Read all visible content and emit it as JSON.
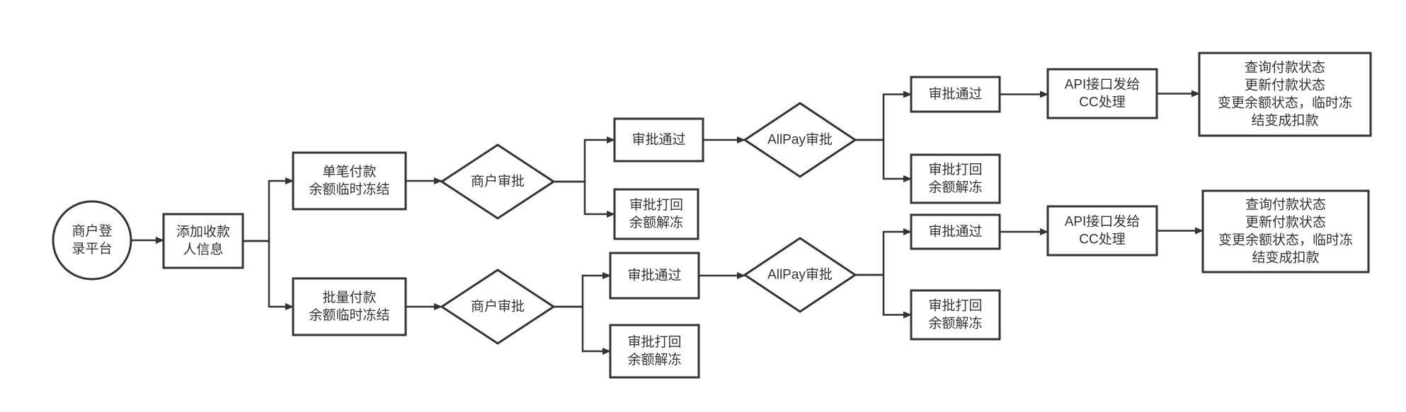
{
  "colors": {
    "stroke": "#333333",
    "background": "#ffffff",
    "text": "#333333"
  },
  "nodes": {
    "login": {
      "lines": [
        "商户登",
        "录平台"
      ]
    },
    "add_payee": {
      "lines": [
        "添加收款",
        "人信息"
      ]
    },
    "single_pay": {
      "lines": [
        "单笔付款",
        "余额临时冻结"
      ]
    },
    "batch_pay": {
      "lines": [
        "批量付款",
        "余额临时冻结"
      ]
    },
    "merchant_approve_top": {
      "lines": [
        "商户审批"
      ]
    },
    "merchant_approve_bottom": {
      "lines": [
        "商户审批"
      ]
    },
    "m_pass_top": {
      "lines": [
        "审批通过"
      ]
    },
    "m_reject_top": {
      "lines": [
        "审批打回",
        "余额解冻"
      ]
    },
    "m_pass_bottom": {
      "lines": [
        "审批通过"
      ]
    },
    "m_reject_bottom": {
      "lines": [
        "审批打回",
        "余额解冻"
      ]
    },
    "allpay_top": {
      "lines": [
        "AllPay审批"
      ]
    },
    "allpay_bottom": {
      "lines": [
        "AllPay审批"
      ]
    },
    "a_pass_top": {
      "lines": [
        "审批通过"
      ]
    },
    "a_reject_top": {
      "lines": [
        "审批打回",
        "余额解冻"
      ]
    },
    "a_pass_bottom": {
      "lines": [
        "审批通过"
      ]
    },
    "a_reject_bottom": {
      "lines": [
        "审批打回",
        "余额解冻"
      ]
    },
    "api_top": {
      "lines": [
        "API接口发给",
        "CC处理"
      ]
    },
    "api_bottom": {
      "lines": [
        "API接口发给",
        "CC处理"
      ]
    },
    "status_top": {
      "lines": [
        "查询付款状态",
        "更新付款状态",
        "变更余额状态，临时冻",
        "结变成扣款"
      ]
    },
    "status_bottom": {
      "lines": [
        "查询付款状态",
        "更新付款状态",
        "变更余额状态，临时冻",
        "结变成扣款"
      ]
    }
  },
  "edges": [
    [
      "login",
      "add_payee"
    ],
    [
      "add_payee",
      "single_pay"
    ],
    [
      "add_payee",
      "batch_pay"
    ],
    [
      "single_pay",
      "merchant_approve_top"
    ],
    [
      "batch_pay",
      "merchant_approve_bottom"
    ],
    [
      "merchant_approve_top",
      "m_pass_top"
    ],
    [
      "merchant_approve_top",
      "m_reject_top"
    ],
    [
      "merchant_approve_bottom",
      "m_pass_bottom"
    ],
    [
      "merchant_approve_bottom",
      "m_reject_bottom"
    ],
    [
      "m_pass_top",
      "allpay_top"
    ],
    [
      "m_pass_bottom",
      "allpay_bottom"
    ],
    [
      "allpay_top",
      "a_pass_top"
    ],
    [
      "allpay_top",
      "a_reject_top"
    ],
    [
      "allpay_bottom",
      "a_pass_bottom"
    ],
    [
      "allpay_bottom",
      "a_reject_bottom"
    ],
    [
      "a_pass_top",
      "api_top"
    ],
    [
      "a_pass_bottom",
      "api_bottom"
    ],
    [
      "api_top",
      "status_top"
    ],
    [
      "api_bottom",
      "status_bottom"
    ]
  ]
}
